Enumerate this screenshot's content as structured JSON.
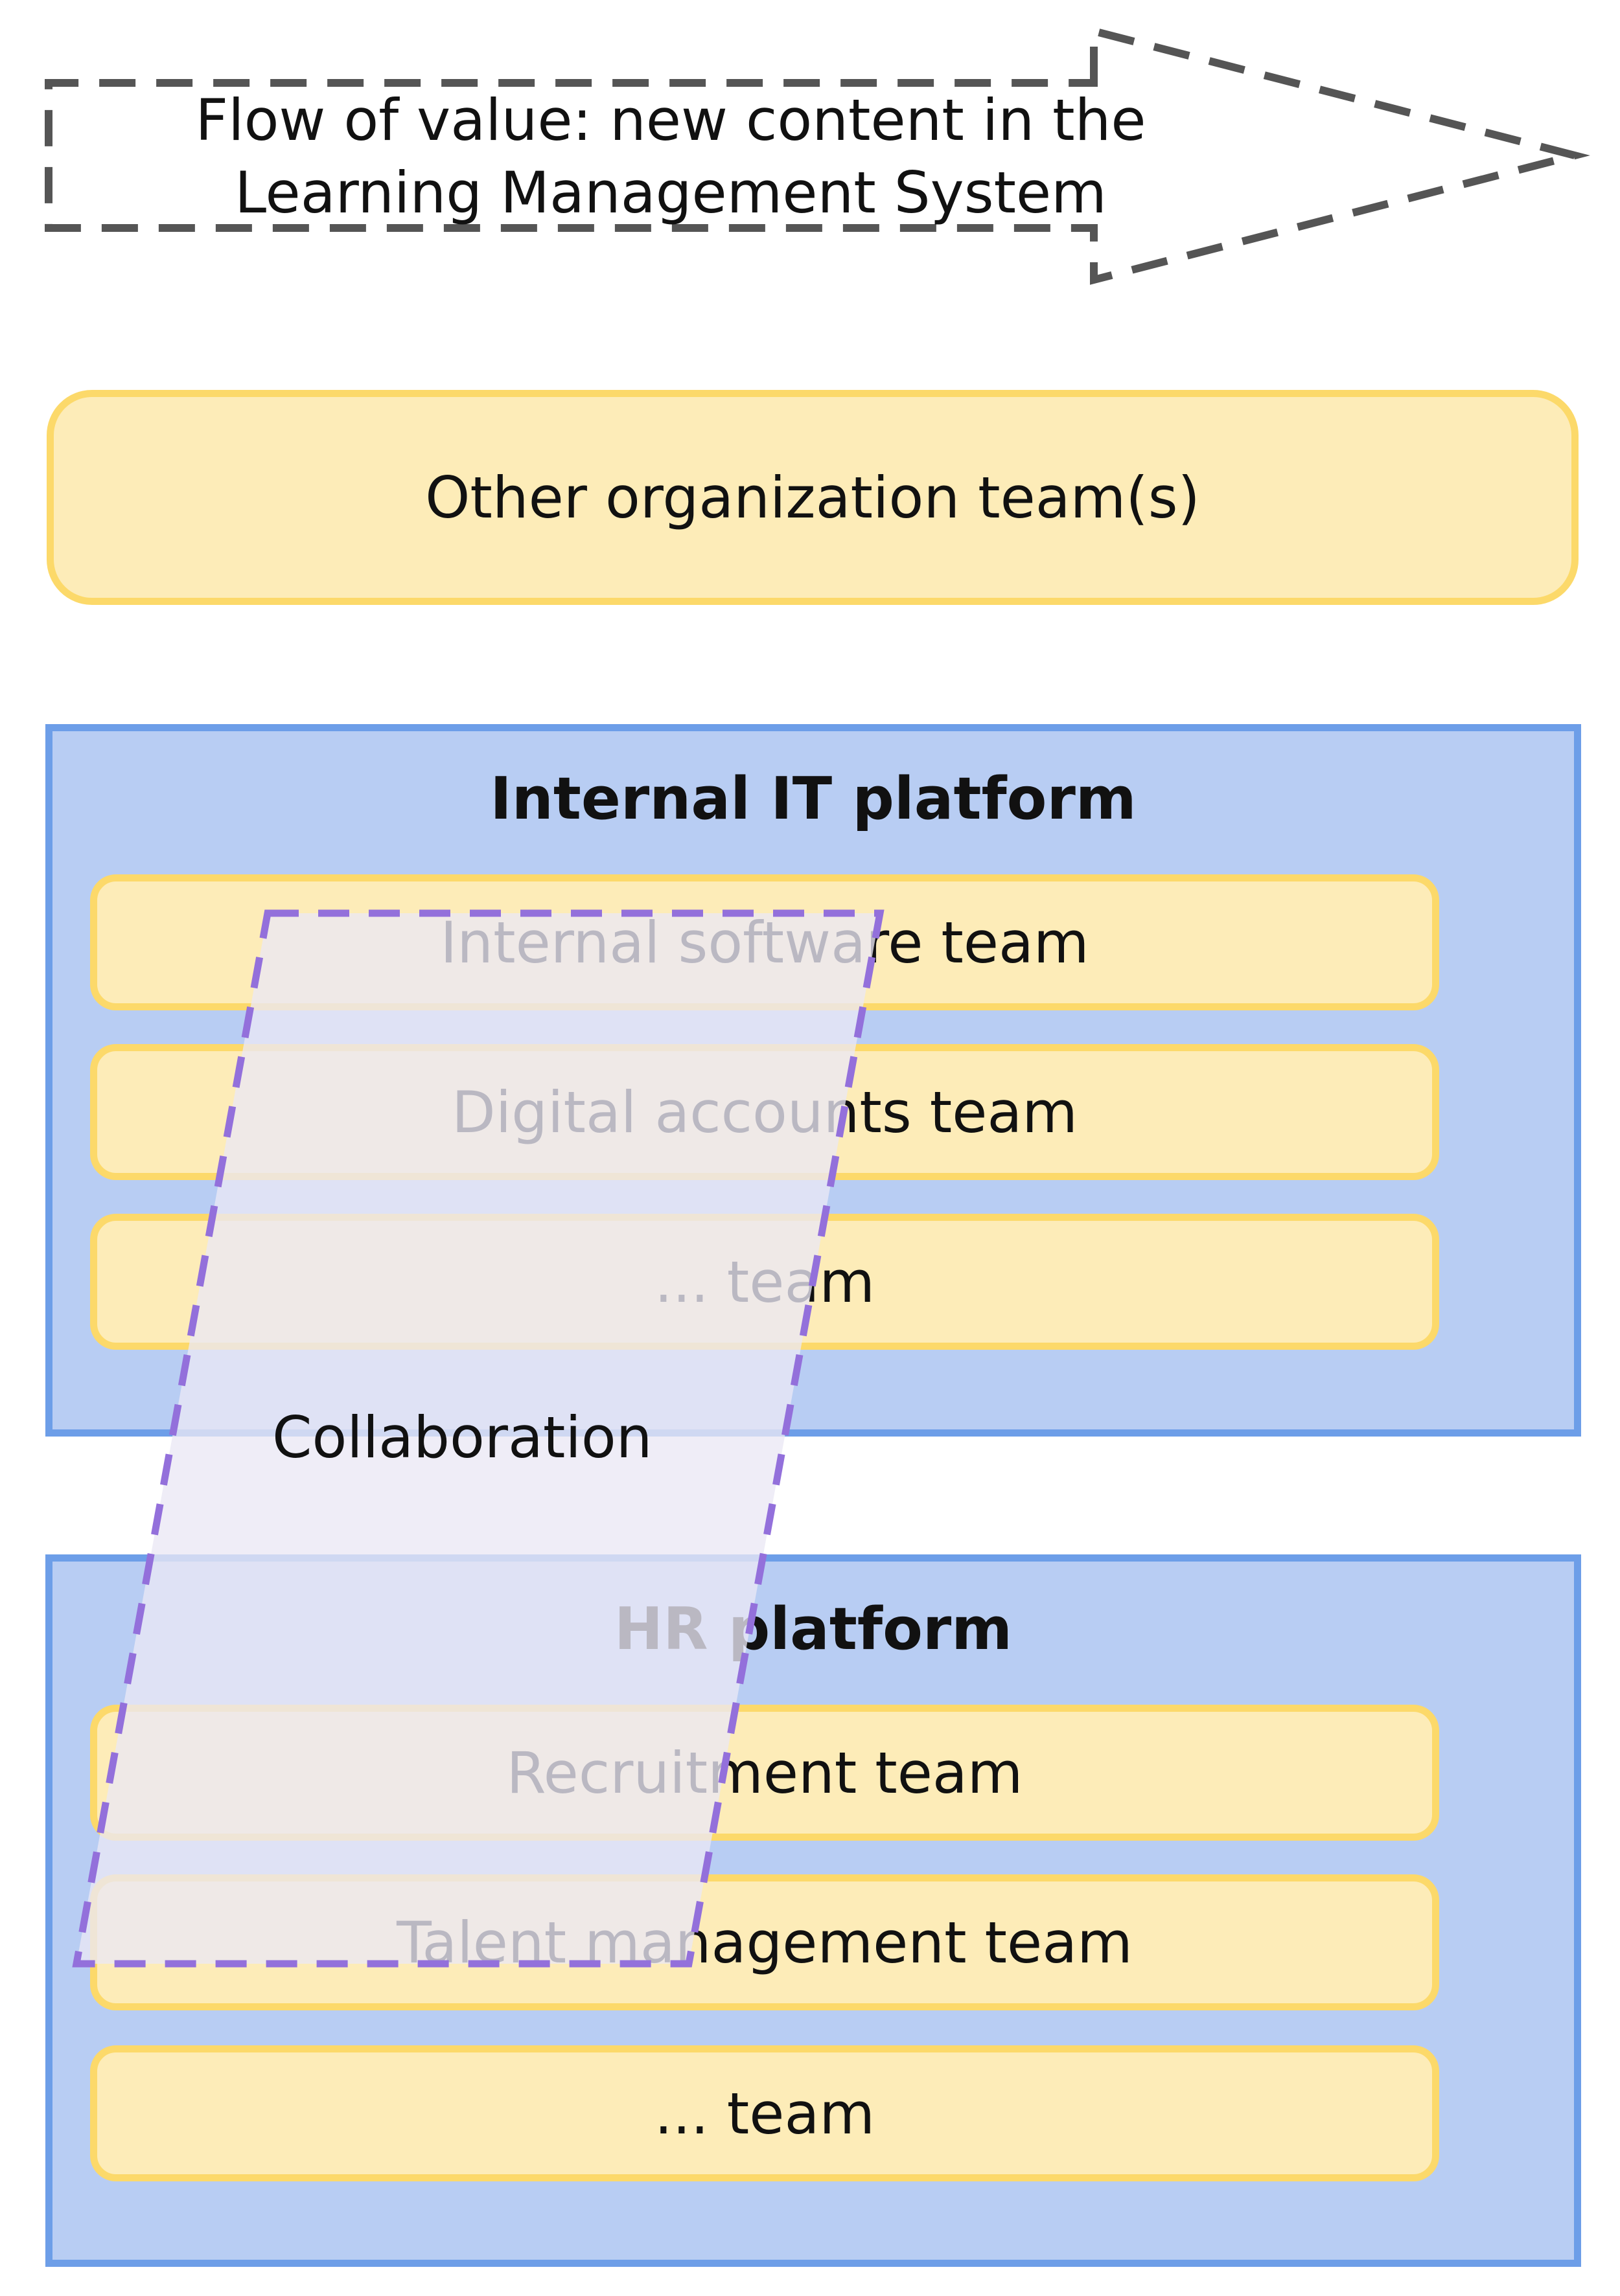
{
  "flow": {
    "line1": "Flow of value: new content in the",
    "line2": "Learning Management System"
  },
  "stream_team": {
    "label": "Other organization team(s)"
  },
  "platforms": [
    {
      "title": "Internal IT platform",
      "teams": [
        "Internal software team",
        "Digital accounts team",
        "... team"
      ]
    },
    {
      "title": "HR platform",
      "teams": [
        "Recruitment team",
        "Talent management team",
        "... team"
      ]
    }
  ],
  "collaboration": {
    "label": "Collaboration"
  },
  "colors": {
    "stream_fill": "#fdecb8",
    "stream_border": "#fcd96a",
    "platform_fill": "#b8cdf3",
    "platform_border": "#6d9ee8",
    "collab_border": "#9370db",
    "flow_border": "#555555"
  }
}
